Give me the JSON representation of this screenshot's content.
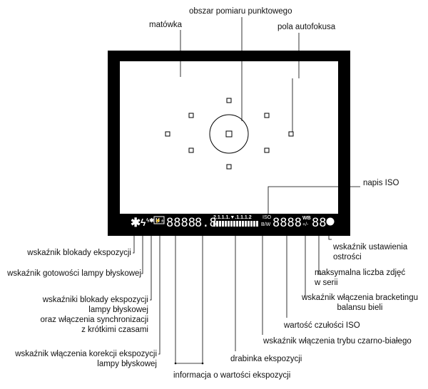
{
  "labels": {
    "spot_area": "obszar pomiaru punktowego",
    "focusing_screen": "matówka",
    "af_points": "pola autofokusa",
    "iso_caption": "napis ISO",
    "ae_lock": "wskaźnik blokady ekspozycji",
    "flash_ready": "wskaźnik gotowości lampy błyskowej",
    "fe_lock_line1": "wskaźniki blokady ekspozycji",
    "fe_lock_line2": "lampy błyskowej",
    "fe_lock_line3": "oraz włączenia synchronizacji",
    "fe_lock_line4": "z krótkimi czasami",
    "flash_comp_line1": "wskaźnik włączenia korekcji ekspozycji",
    "flash_comp_line2": "lampy błyskowej",
    "exposure_info": "informacja o wartości ekspozycji",
    "exposure_scale": "drabinka ekspozycji",
    "iso_value": "wartość czułości ISO",
    "bw_mode": "wskaźnik włączenia trybu czarno-białego",
    "wb_bracket_line1": "wskaźnik włączenia bracketingu",
    "wb_bracket_line2": "balansu bieli",
    "max_burst_line1": "maksymalna liczba zdjęć",
    "max_burst_line2": "w serii",
    "focus_conf_line1": "wskaźnik ustawienia",
    "focus_conf_line2": "ostrości"
  },
  "lcd": {
    "shutter": "8888",
    "aperture": "8.8",
    "scale_text": "2.1.1.1.▼.1.1.1.2",
    "iso_tag": "ISO",
    "bw_tag": "B/W",
    "iso_digits": "8888",
    "wb_tag": "WB",
    "wb_sign": "+/-",
    "burst_digits": "88",
    "flash_comp_icon": "⚡±",
    "ae_lock_icon": "✱",
    "flash_icon": "ϟ",
    "fe_icon": "ϟ✱ H"
  }
}
